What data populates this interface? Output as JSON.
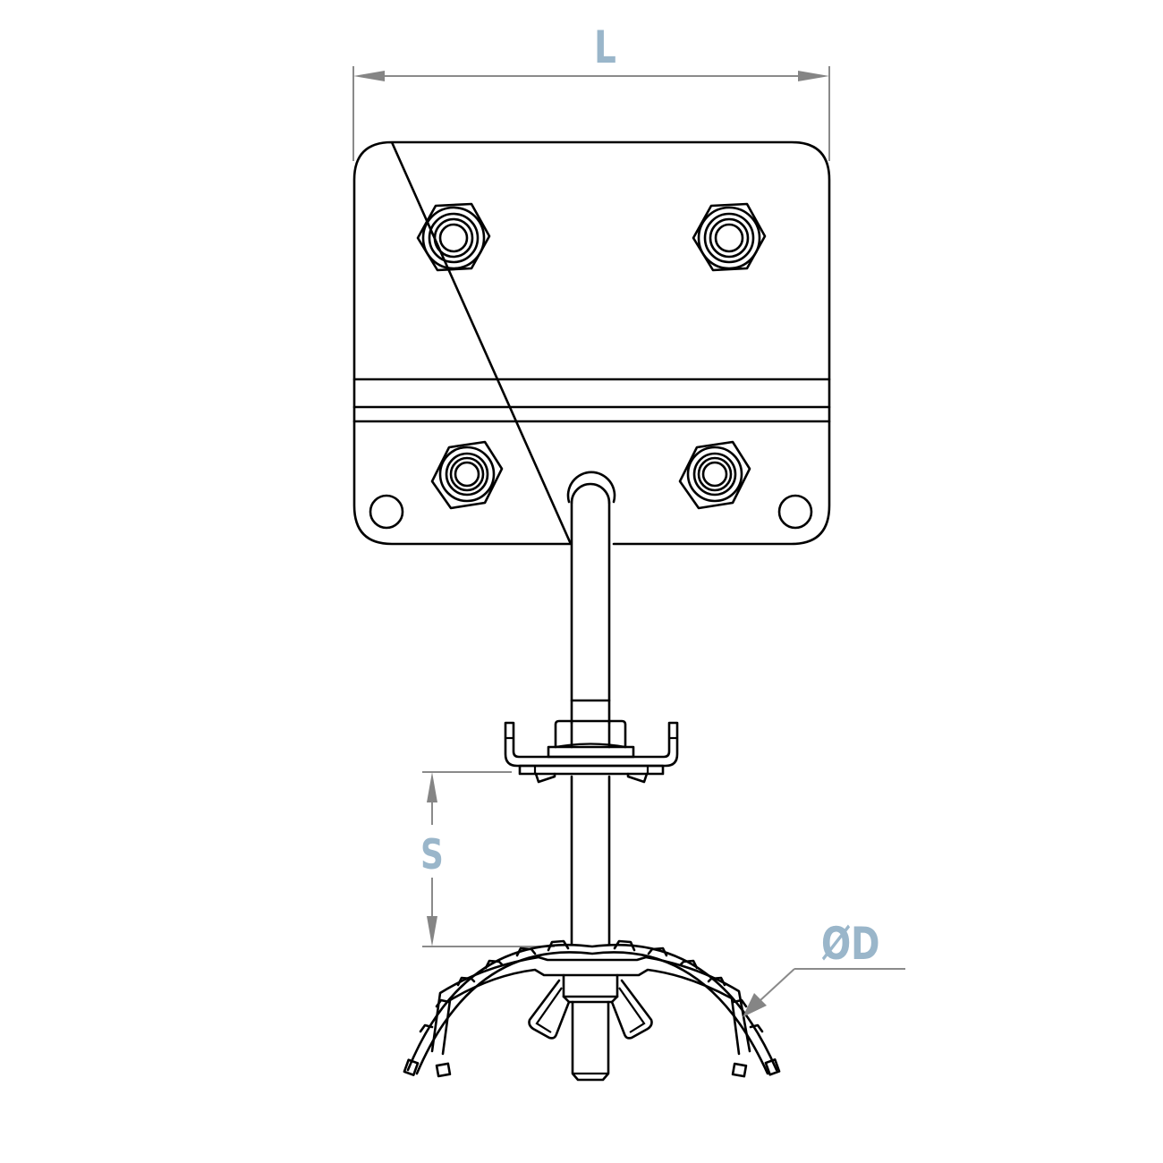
{
  "drawing": {
    "type": "technical-drawing",
    "subject": "bracket mounting plate with threaded rod, nuts, clamp plate and pipe clamp",
    "line_color": "#000000",
    "dimension_color": "#8a8a8a",
    "label_color": "#9ab6ca"
  },
  "dimensions": {
    "length": {
      "label": "L",
      "meaning": "plate width"
    },
    "spacing": {
      "label": "S",
      "meaning": "distance between clamp plate and pipe top"
    },
    "diameter": {
      "label": "ØD",
      "meaning": "pipe diameter"
    }
  },
  "components": {
    "plate": {
      "hex_nuts": 4,
      "mounting_holes": 2,
      "fold_lines": 2
    },
    "rod": {
      "type": "threaded rod"
    },
    "clamp_plate": {
      "nuts": 1
    },
    "pipe_clamp": {
      "teeth": 12,
      "wing_tabs": 2
    }
  }
}
